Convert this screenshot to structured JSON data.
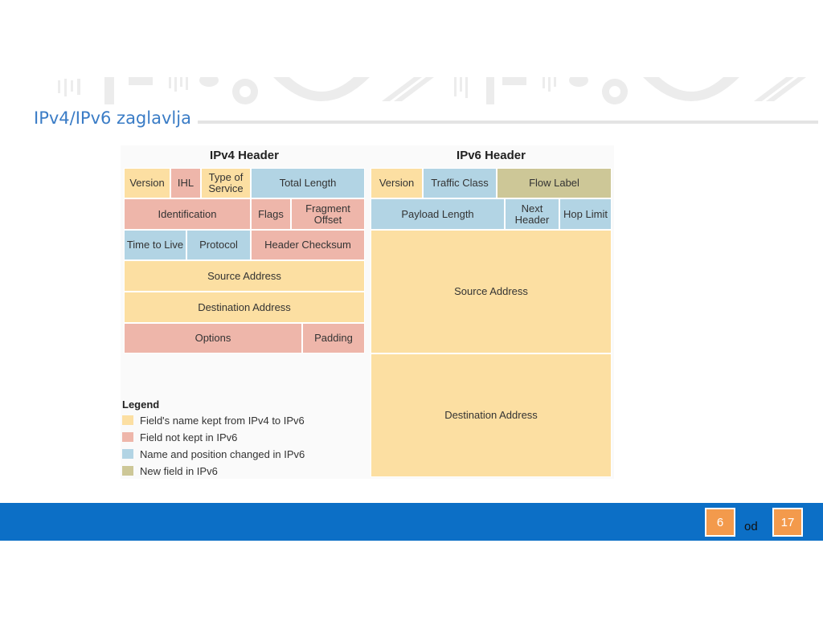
{
  "slide": {
    "title": "IPv4/IPv6 zaglavlja",
    "page_current": "6",
    "page_separator": "od",
    "page_total": "17"
  },
  "ipv4": {
    "title": "IPv4 Header",
    "version": "Version",
    "ihl": "IHL",
    "type_of_service": "Type of Service",
    "total_length": "Total Length",
    "identification": "Identification",
    "flags": "Flags",
    "fragment_offset": "Fragment Offset",
    "time_to_live": "Time to Live",
    "protocol": "Protocol",
    "header_checksum": "Header Checksum",
    "source_address": "Source Address",
    "destination_address": "Destination Address",
    "options": "Options",
    "padding": "Padding"
  },
  "ipv6": {
    "title": "IPv6 Header",
    "version": "Version",
    "traffic_class": "Traffic Class",
    "flow_label": "Flow Label",
    "payload_length": "Payload Length",
    "next_header": "Next Header",
    "hop_limit": "Hop Limit",
    "source_address": "Source Address",
    "destination_address": "Destination Address"
  },
  "legend": {
    "title": "Legend",
    "items": [
      {
        "label": "Field's name kept from IPv4 to IPv6",
        "color": "#fcdfa2"
      },
      {
        "label": "Field not kept in IPv6",
        "color": "#eeb6aa"
      },
      {
        "label": "Name and position changed in IPv6",
        "color": "#b2d4e4"
      },
      {
        "label": "New field in IPv6",
        "color": "#cdc797"
      }
    ]
  },
  "colors": {
    "title": "#3a7cc6",
    "footer_bar": "#0c6fc6",
    "page_box": "#f39a4c"
  }
}
